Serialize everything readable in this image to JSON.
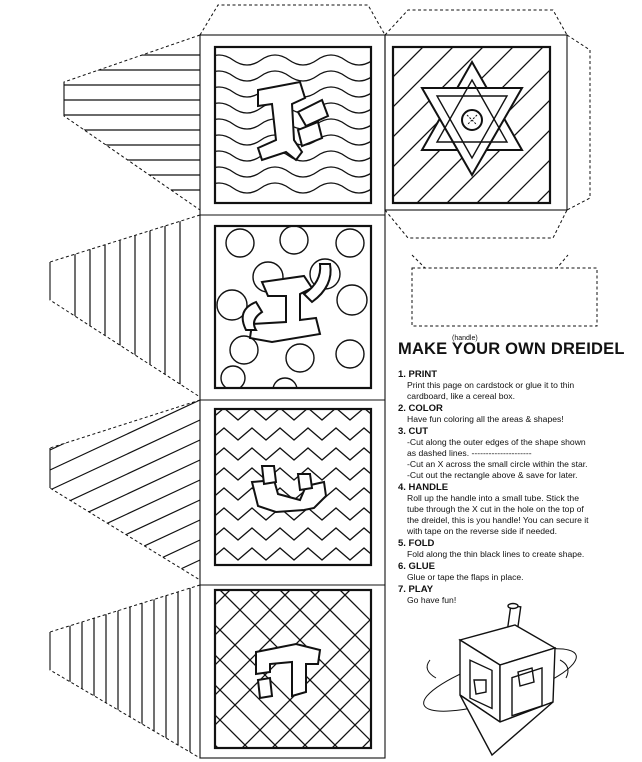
{
  "handle_label": "(handle)",
  "instructions": {
    "title": "MAKE YOUR OWN DREIDEL",
    "steps": [
      {
        "heading": "1. PRINT",
        "lines": [
          "Print this page on cardstock or glue it to thin",
          "cardboard, like a cereal box."
        ]
      },
      {
        "heading": "2. COLOR",
        "lines": [
          "Have fun coloring all the areas & shapes!"
        ]
      },
      {
        "heading": "3. CUT",
        "lines": [
          "-Cut along the outer edges of the shape shown",
          "as dashed lines.  ---------------------",
          "-Cut an X across the small circle within the star.",
          "-Cut out the rectangle above & save for later."
        ]
      },
      {
        "heading": "4. HANDLE",
        "lines": [
          "Roll up the handle into a small tube. Stick the",
          "tube through the X cut in the hole on the top of",
          "the dreidel, this is you handle! You can secure it",
          "with tape on the reverse side if needed."
        ]
      },
      {
        "heading": "5. FOLD",
        "lines": [
          "Fold along the thin black lines to create shape."
        ]
      },
      {
        "heading": "6. GLUE",
        "lines": [
          "Glue or tape the flaps in place."
        ]
      },
      {
        "heading": "7. PLAY",
        "lines": [
          "Go have fun!"
        ]
      }
    ]
  },
  "faces": [
    {
      "letter": "gimel",
      "pattern": "waves"
    },
    {
      "letter": "star-of-david",
      "pattern": "diagonal-stripes"
    },
    {
      "letter": "nun",
      "pattern": "polka-dots"
    },
    {
      "letter": "shin",
      "pattern": "zigzag"
    },
    {
      "letter": "hei",
      "pattern": "diamond-lattice"
    }
  ]
}
